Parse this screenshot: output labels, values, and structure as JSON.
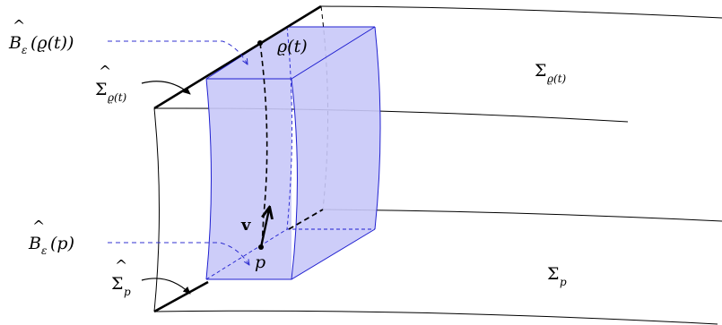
{
  "labels": {
    "ball_top_B": "B",
    "ball_top_eps": "ε",
    "ball_top_arg": "(ϱ(t))",
    "ball_bottom_B": "B",
    "ball_bottom_eps": "ε",
    "ball_bottom_arg": "(p)",
    "sigma_hat_top": "Σ",
    "sigma_hat_top_sub": "ϱ(t)",
    "sigma_hat_bottom": "Σ",
    "sigma_hat_bottom_sub": "p",
    "point_top": "ϱ(t)",
    "point_bottom": "p",
    "vector": "v",
    "sigma_top": "Σ",
    "sigma_top_sub": "ϱ(t)",
    "sigma_bottom": "Σ",
    "sigma_bottom_sub": "p",
    "hat_glyph": "^"
  },
  "colors": {
    "ink": "#000000",
    "box_fill": "#c8c8f8",
    "box_edge": "#2020d0",
    "dashed_arrow": "#3030d0"
  }
}
